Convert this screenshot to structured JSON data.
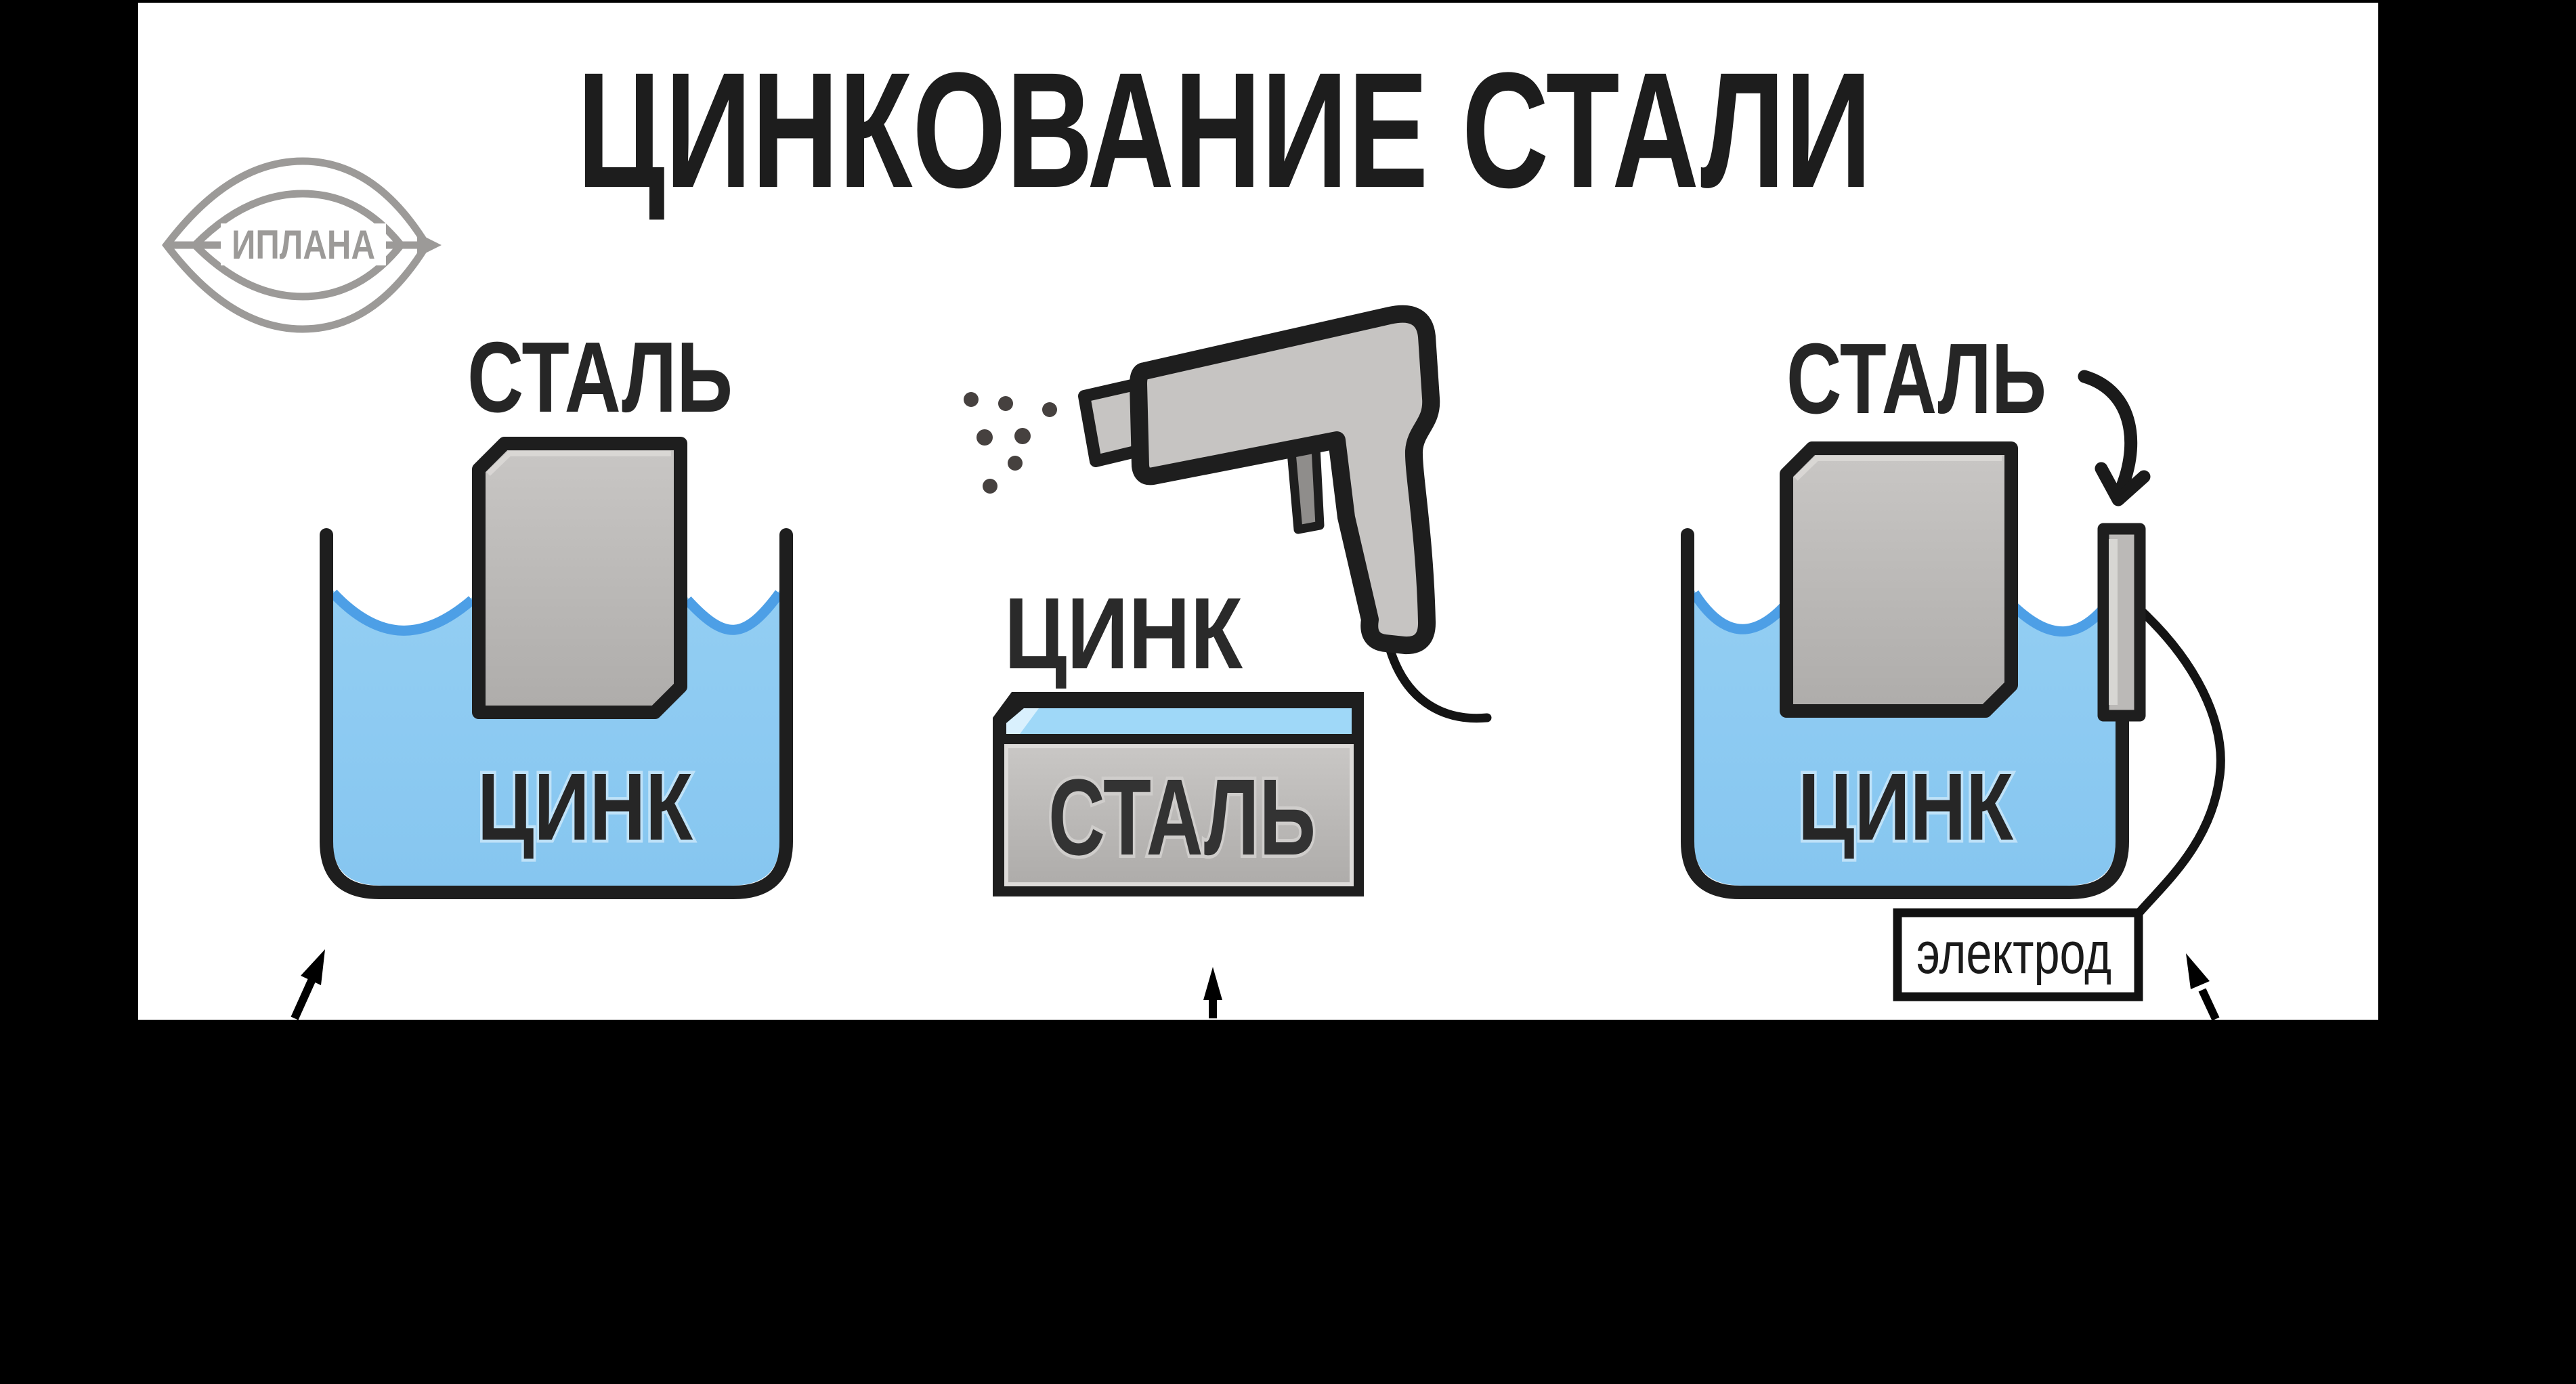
{
  "title": "ЦИНКОВАНИЕ СТАЛИ",
  "logo": {
    "brand": "ИПЛАНА"
  },
  "panel": {
    "background": "#ffffff",
    "page_background": "#000000"
  },
  "colors": {
    "outline": "#1e1e1e",
    "zinc_liquid": "#8ecbf2",
    "liquid_edge": "#4d9fe6",
    "steel_gray": "#bcbab8",
    "gun_body": "#c6c4c2",
    "zinc_coating": "#9fd8f8",
    "logo_gray": "#9c9a98"
  },
  "diagrams": {
    "hot_dip": {
      "steel_label": "СТАЛЬ",
      "zinc_label": "ЦИНК"
    },
    "spray": {
      "zinc_label": "ЦИНК",
      "steel_label": "СТАЛЬ"
    },
    "electro": {
      "steel_label": "СТАЛЬ",
      "zinc_label": "ЦИНК",
      "electrode_label": "электрод"
    }
  }
}
